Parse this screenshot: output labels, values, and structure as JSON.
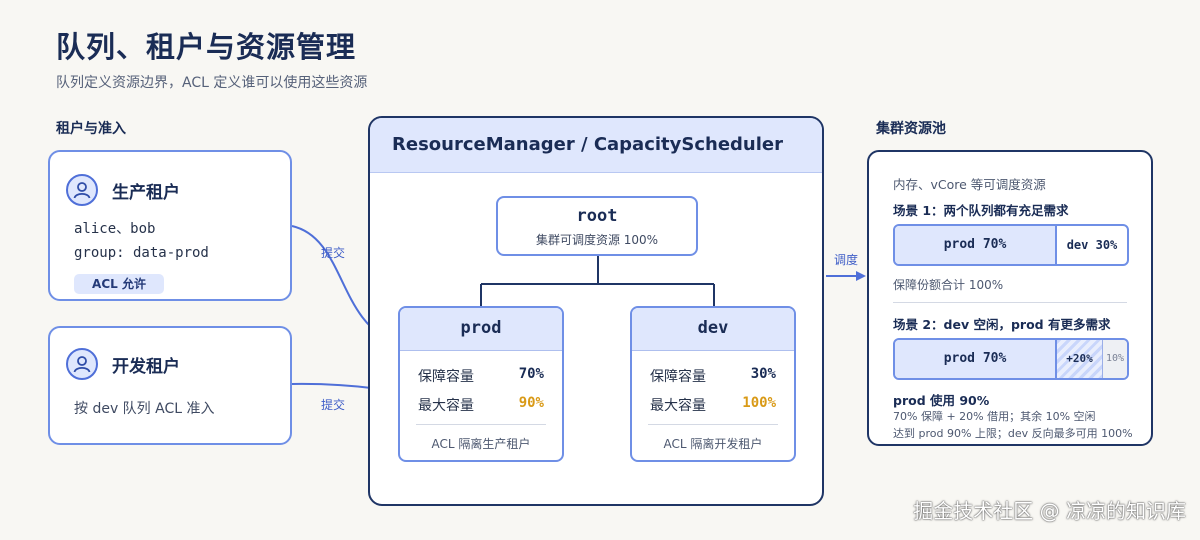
{
  "header": {
    "title": "队列、租户与资源管理",
    "subtitle": "队列定义资源边界，ACL 定义谁可以使用这些资源"
  },
  "tenants": {
    "section_label": "租户与准入",
    "production": {
      "name": "生产租户",
      "users": "alice、bob",
      "group": "group: data-prod",
      "badge": "ACL 允许"
    },
    "development": {
      "name": "开发租户",
      "description": "按 dev 队列 ACL 准入"
    },
    "submit_label_1": "提交",
    "submit_label_2": "提交"
  },
  "resource_manager": {
    "title": "ResourceManager / CapacityScheduler",
    "root": {
      "name": "root",
      "desc": "集群可调度资源 100%"
    },
    "queues": [
      {
        "name": "prod",
        "guaranteed_label": "保障容量",
        "guaranteed": "70%",
        "max_label": "最大容量",
        "max": "90%",
        "footer": "ACL 隔离生产租户"
      },
      {
        "name": "dev",
        "guaranteed_label": "保障容量",
        "guaranteed": "30%",
        "max_label": "最大容量",
        "max": "100%",
        "footer": "ACL 隔离开发租户"
      }
    ]
  },
  "schedule_label": "调度",
  "pool": {
    "section_label": "集群资源池",
    "intro": "内存、vCore 等可调度资源",
    "scenario1": {
      "title": "场景 1：两个队列都有充足需求",
      "prod_label": "prod 70%",
      "dev_label": "dev 30%",
      "prod_fraction": 0.7,
      "dev_fraction": 0.3,
      "note": "保障份额合计 100%"
    },
    "scenario2": {
      "title": "场景 2：dev 空闲，prod 有更多需求",
      "prod_label": "prod 70%",
      "borrow_label": "+20%",
      "idle_label": "10%",
      "prod_fraction": 0.7,
      "borrow_fraction": 0.2,
      "idle_fraction": 0.1,
      "usage": "prod 使用 90%",
      "detail1": "70% 保障 + 20% 借用；其余 10% 空闲",
      "detail2": "达到 prod 90% 上限；dev 反向最多可用 100%"
    }
  },
  "watermark": "掘金技术社区 @ 凉凉的知识库",
  "colors": {
    "accent": "#4f6fd8",
    "navy": "#1a2c55",
    "gold": "#d99a17",
    "light_blue": "#dfe7fd"
  }
}
